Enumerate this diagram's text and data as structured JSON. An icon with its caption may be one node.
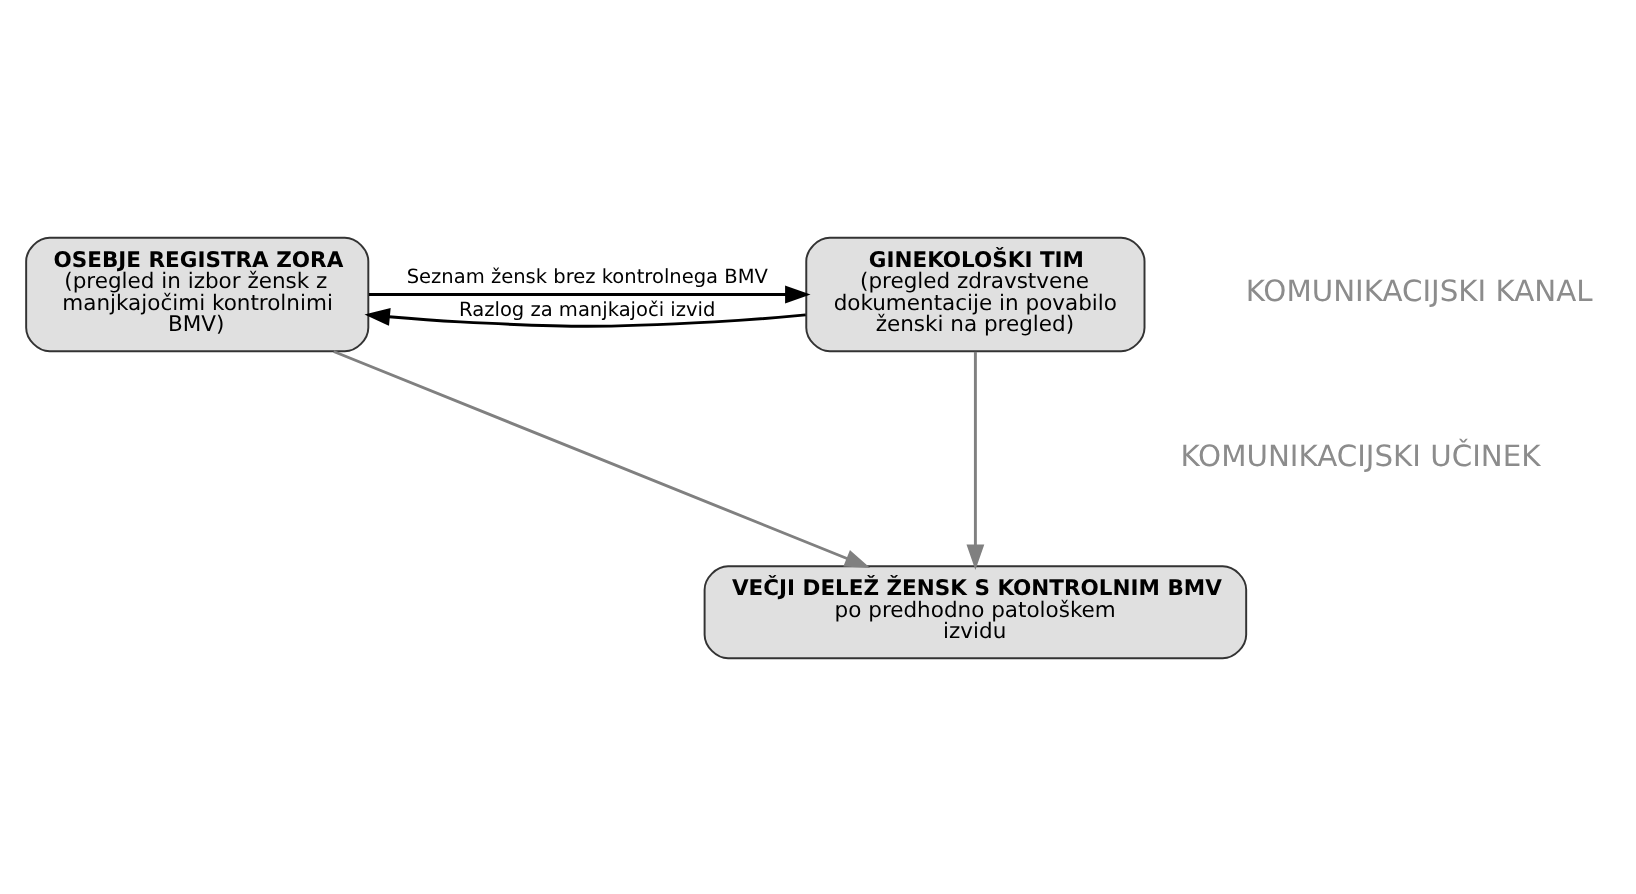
{
  "diagram": {
    "nodes": [
      {
        "text": [
          "OSEBJE REGISTRA ZORA",
          "(pregled in izbor žensk z manjkajočimi kontrolnimi BMV)"
        ]
      },
      {
        "text": [
          "GINEKOLOŠKI TIM",
          "(pregled zdravstvene dokumentacije in povabilo ženski na pregled)"
        ]
      },
      {
        "text": [
          "VEČJI DELEŽ ŽENSK S KONTROLNIM BMV",
          "po predhodno patološkem izvidu"
        ]
      }
    ],
    "edges": [
      {
        "from": 0,
        "to": 1,
        "arrow": "to",
        "label": "Seznam žensk brez kontrolnega BMV",
        "color": "#000000"
      },
      {
        "from": 1,
        "to": 0,
        "arrow": "to",
        "label": "Razlog za manjkajoči izvid",
        "color": "#000000"
      },
      {
        "from": 0,
        "to": 2,
        "arrow": "to",
        "color": "#808080"
      },
      {
        "from": 1,
        "to": 2,
        "arrow": "to",
        "color": "#808080"
      }
    ],
    "labels": [
      "KOMUNIKACIJSKI KANAL",
      "KOMUNIKACIJSKI UČINEK"
    ]
  }
}
